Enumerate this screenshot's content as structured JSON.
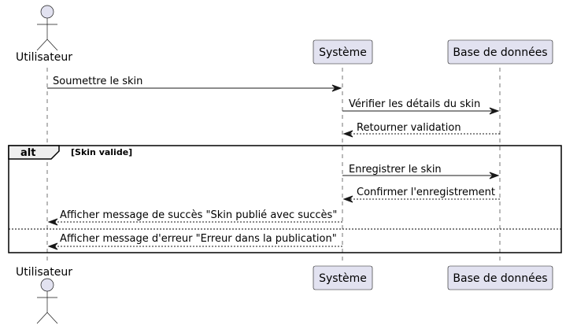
{
  "participants": {
    "user": {
      "label": "Utilisateur",
      "kind": "actor"
    },
    "system": {
      "label": "Système",
      "kind": "participant"
    },
    "db": {
      "label": "Base de données",
      "kind": "participant"
    }
  },
  "messages": [
    {
      "text": "Soumettre le skin",
      "from": "user",
      "to": "system",
      "style": "solid"
    },
    {
      "text": "Vérifier les détails du skin",
      "from": "system",
      "to": "db",
      "style": "solid"
    },
    {
      "text": "Retourner validation",
      "from": "db",
      "to": "system",
      "style": "dashed"
    },
    {
      "text": "Enregistrer le skin",
      "from": "system",
      "to": "db",
      "style": "solid"
    },
    {
      "text": "Confirmer l'enregistrement",
      "from": "db",
      "to": "system",
      "style": "dashed"
    },
    {
      "text": "Afficher message de succès \"Skin publié avec succès\"",
      "from": "system",
      "to": "user",
      "style": "dashed"
    },
    {
      "text": "Afficher message d'erreur \"Erreur dans la publication\"",
      "from": "system",
      "to": "user",
      "style": "dashed"
    }
  ],
  "fragment": {
    "keyword": "alt",
    "guard": "[Skin valide]"
  },
  "colors": {
    "participant_fill": "#E2E2F0",
    "line": "#181818",
    "fragment_header_fill": "#EEEEEE"
  }
}
